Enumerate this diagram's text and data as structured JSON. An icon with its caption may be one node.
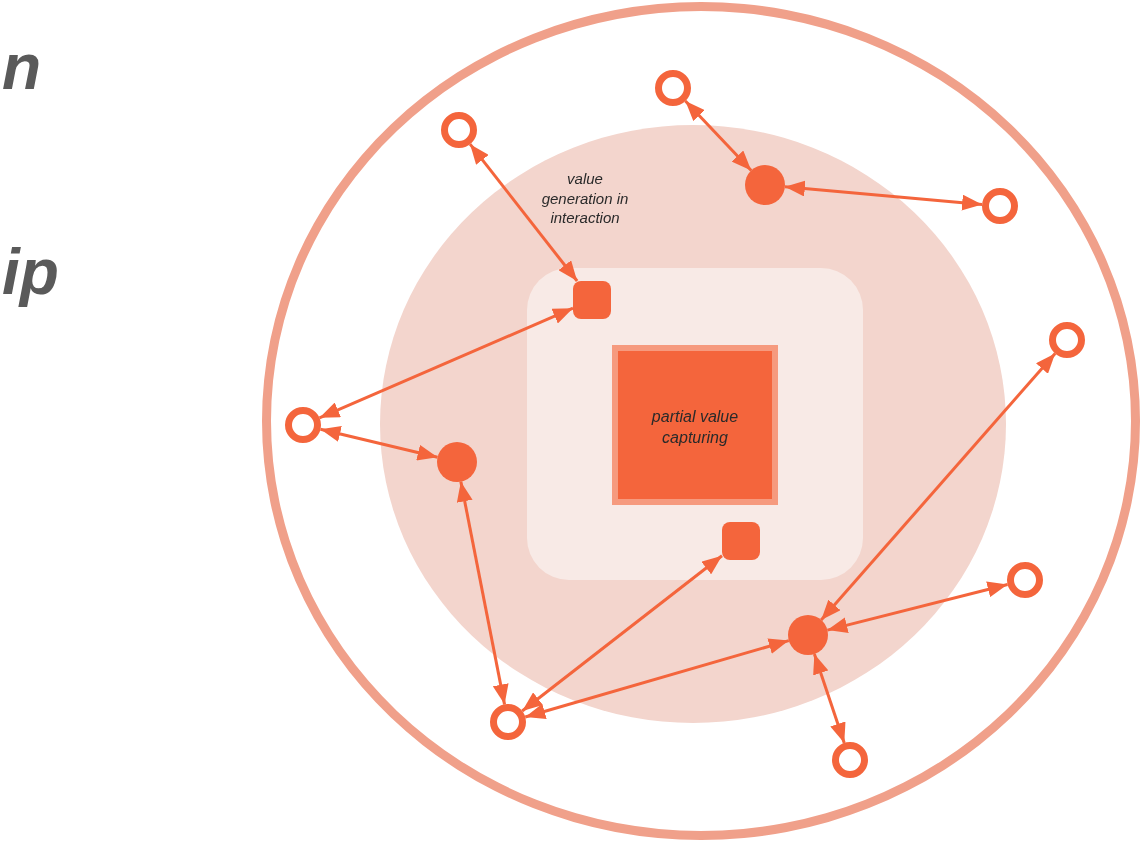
{
  "diagram": {
    "nodes": [
      {
        "text": [],
        "shape": "circle"
      },
      {
        "text": [
          "value generation in interaction"
        ],
        "in": 0
      },
      {
        "text": [],
        "shape": "box",
        "in": 1
      },
      {
        "text": [
          "partial value capturing"
        ],
        "in": 2
      },
      {
        "text": [],
        "shape": "circle",
        "in": 0
      },
      {
        "text": [],
        "shape": "circle",
        "in": 0
      },
      {
        "text": [],
        "shape": "circle",
        "in": 1
      },
      {
        "text": [],
        "shape": "circle",
        "in": 0
      },
      {
        "text": [],
        "shape": "box",
        "in": 2
      },
      {
        "text": [],
        "shape": "circle",
        "in": 0
      },
      {
        "text": [],
        "shape": "circle",
        "in": 0
      },
      {
        "text": [],
        "shape": "circle",
        "in": 1
      },
      {
        "text": [],
        "shape": "box",
        "in": 2
      },
      {
        "text": [],
        "shape": "circle",
        "in": 0
      },
      {
        "text": [],
        "shape": "circle",
        "in": 1
      },
      {
        "text": [],
        "shape": "circle",
        "in": 0
      },
      {
        "text": [],
        "shape": "circle",
        "in": 0
      }
    ],
    "edges": [
      {
        "from": 4,
        "to": 6,
        "arrow": "both"
      },
      {
        "from": 6,
        "to": 7,
        "arrow": "both"
      },
      {
        "from": 5,
        "to": 8,
        "arrow": "both"
      },
      {
        "from": 8,
        "to": 10,
        "arrow": "both"
      },
      {
        "from": 10,
        "to": 11,
        "arrow": "both"
      },
      {
        "from": 11,
        "to": 15,
        "arrow": "both"
      },
      {
        "from": 12,
        "to": 15,
        "arrow": "both"
      },
      {
        "from": 9,
        "to": 14,
        "arrow": "both"
      },
      {
        "from": 13,
        "to": 14,
        "arrow": "both"
      },
      {
        "from": 14,
        "to": 15,
        "arrow": "both"
      },
      {
        "from": 14,
        "to": 16,
        "arrow": "both"
      }
    ],
    "labels": [
      "n",
      "ip"
    ]
  }
}
